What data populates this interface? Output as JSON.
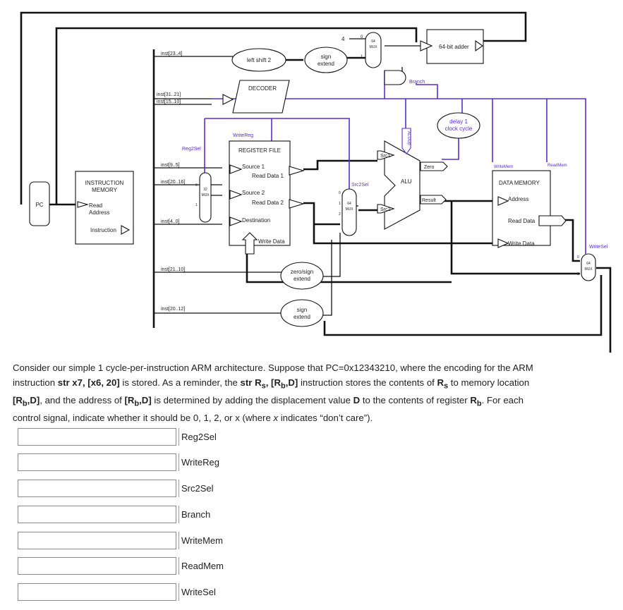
{
  "diagram": {
    "pc": "PC",
    "instruction_memory": {
      "title_line1": "INSTRUCTION",
      "title_line2": "MEMORY",
      "read_line1": "Read",
      "read_line2": "Address",
      "instruction": "Instruction"
    },
    "inst_fields": {
      "f23_4": "inst[23..4]",
      "f31_21": "inst[31..21]",
      "f15_10": "inst[15..10]",
      "f9_5": "inst[9..5]",
      "f20_16": "inst[20..16]",
      "f4_0": "inst[4..0]",
      "f21_10": "inst[21..10]",
      "f20_12": "inst[20..12]"
    },
    "left_shift": "left shift 2",
    "sign_extend_line1": "sign",
    "sign_extend_line2": "extend",
    "const_4": "4",
    "adder": "64-bit adder",
    "decoder": "DECODER",
    "branch": "Branch",
    "delay_line1": "delay 1",
    "delay_line2": "clock cycle",
    "reg2sel": "Reg2Sel",
    "writereg": "WriteReg",
    "register_file": {
      "title": "REGISTER FILE",
      "source1": "Source 1",
      "read_data1": "Read Data 1",
      "source2": "Source 2",
      "read_data2": "Read Data 2",
      "destination": "Destination",
      "write_data": "Write Data"
    },
    "src2sel": "Src2Sel",
    "alu": {
      "label": "ALU",
      "src1": "Src1",
      "src2": "Src2",
      "zero": "Zero",
      "result": "Result",
      "aluop": "ALUOp"
    },
    "data_memory": {
      "title": "DATA MEMORY",
      "address": "Address",
      "read_data": "Read Data",
      "write_data": "Write Data"
    },
    "writemem": "WriteMem",
    "readmem": "ReadMem",
    "writesel": "WriteSel",
    "zero_sign_line1": "zero/sign",
    "zero_sign_line2": "extend",
    "sign2_line1": "sign",
    "sign2_line2": "extend",
    "mux_label": "MUX",
    "mux_width_32": "32",
    "mux_width_64": "64",
    "mux_in0": "0",
    "mux_in1": "1",
    "mux_in2": "2"
  },
  "question": {
    "p1": "Consider our simple 1 cycle-per-instruction ARM architecture. Suppose that PC=0x12343210, where the encoding for the ARM instruction ",
    "instr": "str x7, [x6, 20]",
    "p2": " is stored. As a reminder, the ",
    "str": "str R",
    "sub_s": "s",
    "comma": ", [R",
    "sub_b": "b",
    "d_close": ",D]",
    "p3": " instruction stores the contents of ",
    "r": "R",
    "p4": " to memory location ",
    "lb": "[R",
    "p5": ", and the address of ",
    "p6": " is determined by adding the displacement value ",
    "d": "D",
    "p7": " to the contents of register ",
    "p8": ". For each control signal, indicate whether it should be 0, 1, 2, or x (where ",
    "x": "x",
    "p9": " indicates “don’t care”)."
  },
  "answers": [
    {
      "label": "Reg2Sel",
      "value": ""
    },
    {
      "label": "WriteReg",
      "value": ""
    },
    {
      "label": "Src2Sel",
      "value": ""
    },
    {
      "label": "Branch",
      "value": ""
    },
    {
      "label": "WriteMem",
      "value": ""
    },
    {
      "label": "ReadMem",
      "value": ""
    },
    {
      "label": "WriteSel",
      "value": ""
    }
  ]
}
